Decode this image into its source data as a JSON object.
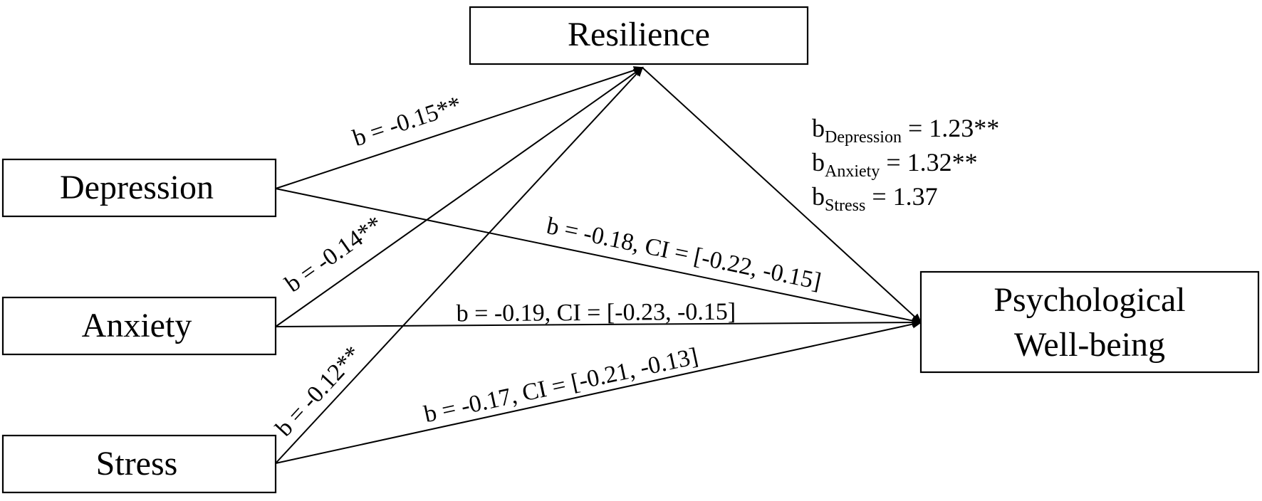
{
  "nodes": {
    "resilience": {
      "label": "Resilience"
    },
    "depression": {
      "label": "Depression"
    },
    "anxiety": {
      "label": "Anxiety"
    },
    "stress": {
      "label": "Stress"
    },
    "wellbeing": {
      "line1": "Psychological",
      "line2": "Well-being"
    }
  },
  "paths": {
    "depression_resilience": "b = -0.15**",
    "anxiety_resilience": "b = -0.14**",
    "stress_resilience": "b = -0.12**",
    "depression_wellbeing": "b = -0.18, CI = [-0.22, -0.15]",
    "anxiety_wellbeing": "b = -0.19, CI = [-0.23, -0.15]",
    "stress_wellbeing": "b = -0.17, CI = [-0.21, -0.13]"
  },
  "resilience_effects": [
    {
      "symbol": "b",
      "subscript": "Depression",
      "value": " = 1.23**"
    },
    {
      "symbol": "b",
      "subscript": "Anxiety",
      "value": " = 1.32**"
    },
    {
      "symbol": "b",
      "subscript": "Stress",
      "value": " = 1.37"
    }
  ]
}
